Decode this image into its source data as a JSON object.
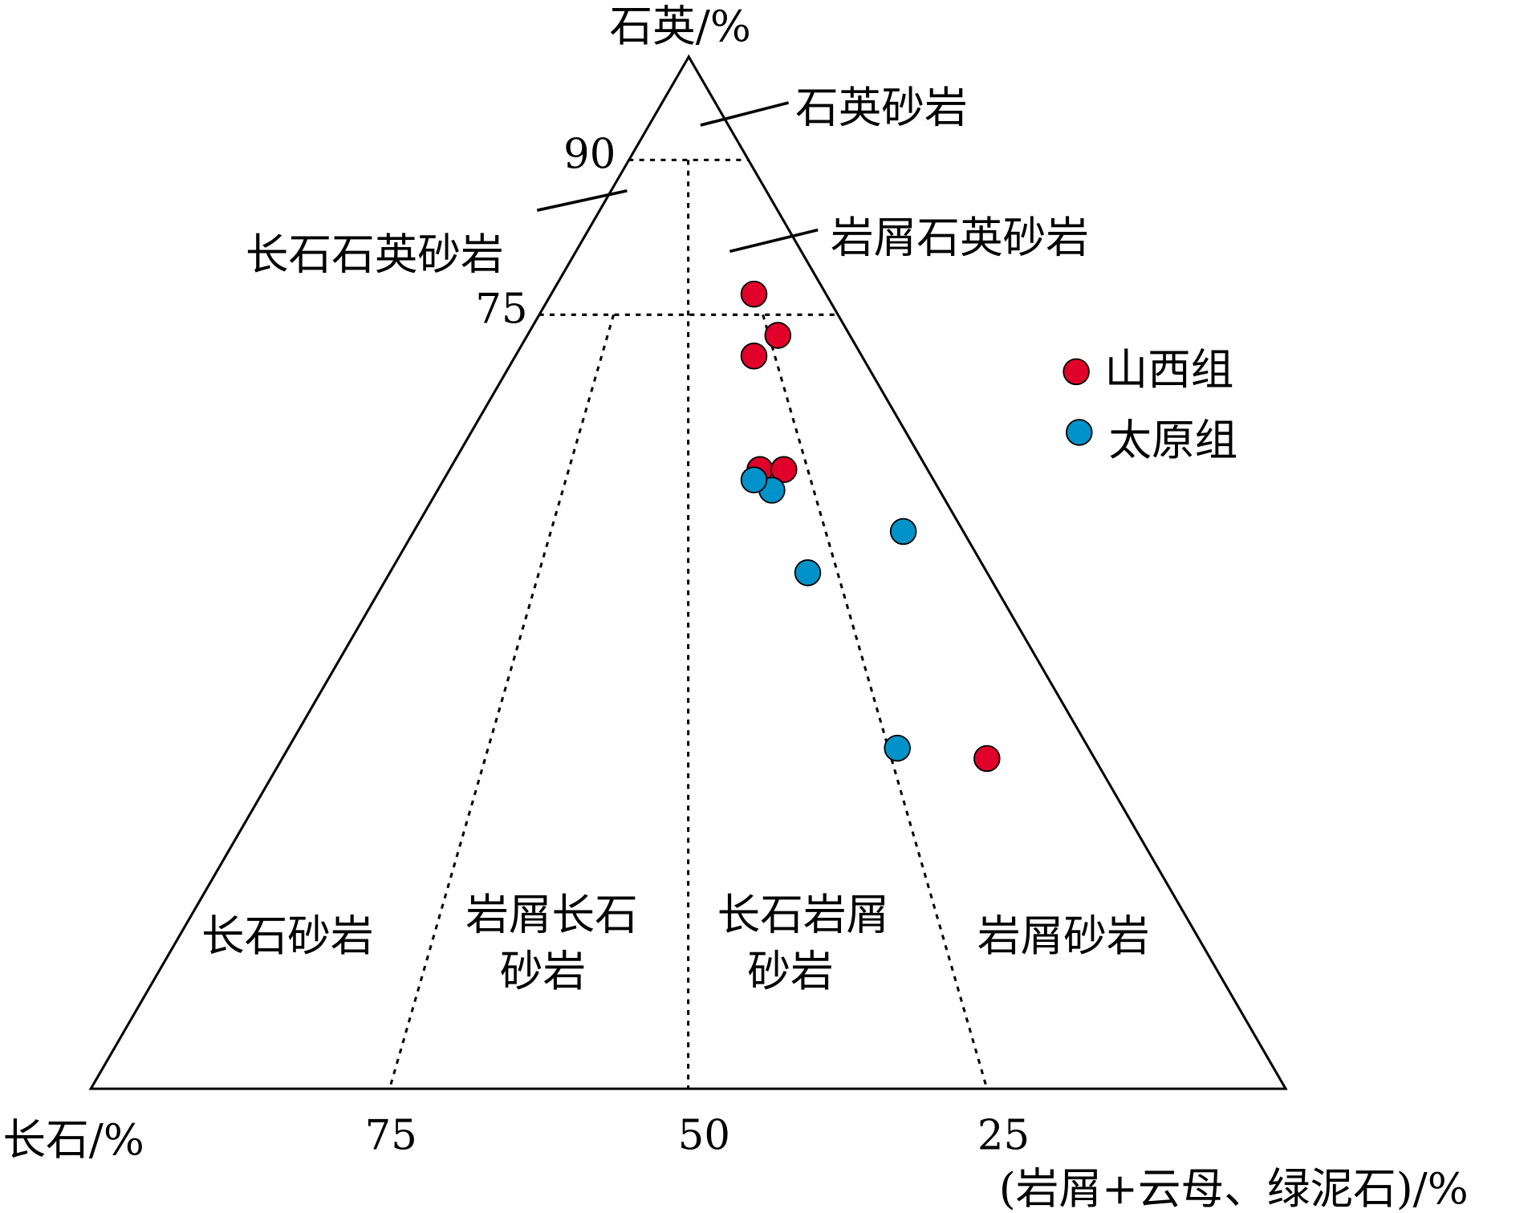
{
  "chart_data": {
    "type": "scatter",
    "subtype": "ternary",
    "axes": {
      "top": "石英/%",
      "left": "长石/%",
      "right": "(岩屑+云母、绿泥石)/%"
    },
    "ticks": {
      "quartz": [
        "90",
        "75"
      ],
      "bottom": [
        "75",
        "50",
        "25"
      ]
    },
    "fields": [
      "石英砂岩",
      "长石石英砂岩",
      "岩屑石英砂岩",
      "长石砂岩",
      "岩屑长石",
      "砂岩",
      "长石岩屑",
      "砂岩",
      "岩屑砂岩"
    ],
    "legend": {
      "position": "right",
      "entries": [
        "山西组",
        "太原组"
      ]
    },
    "colors": {
      "山西组": "#e0002a",
      "太原组": "#0092c8"
    },
    "series": [
      {
        "name": "山西组",
        "points": [
          {
            "Q": 77,
            "F": 6,
            "L": 17
          },
          {
            "Q": 73,
            "F": 6,
            "L": 21
          },
          {
            "Q": 71,
            "F": 9,
            "L": 20
          },
          {
            "Q": 60,
            "F": 14,
            "L": 26
          },
          {
            "Q": 60,
            "F": 12,
            "L": 28
          },
          {
            "Q": 32,
            "F": 9,
            "L": 59
          }
        ]
      },
      {
        "name": "太原组",
        "points": [
          {
            "Q": 58,
            "F": 14,
            "L": 28
          },
          {
            "Q": 59,
            "F": 15,
            "L": 26
          },
          {
            "Q": 54,
            "F": 5,
            "L": 41
          },
          {
            "Q": 50,
            "F": 15,
            "L": 35
          },
          {
            "Q": 33,
            "F": 16,
            "L": 51
          }
        ]
      }
    ]
  }
}
